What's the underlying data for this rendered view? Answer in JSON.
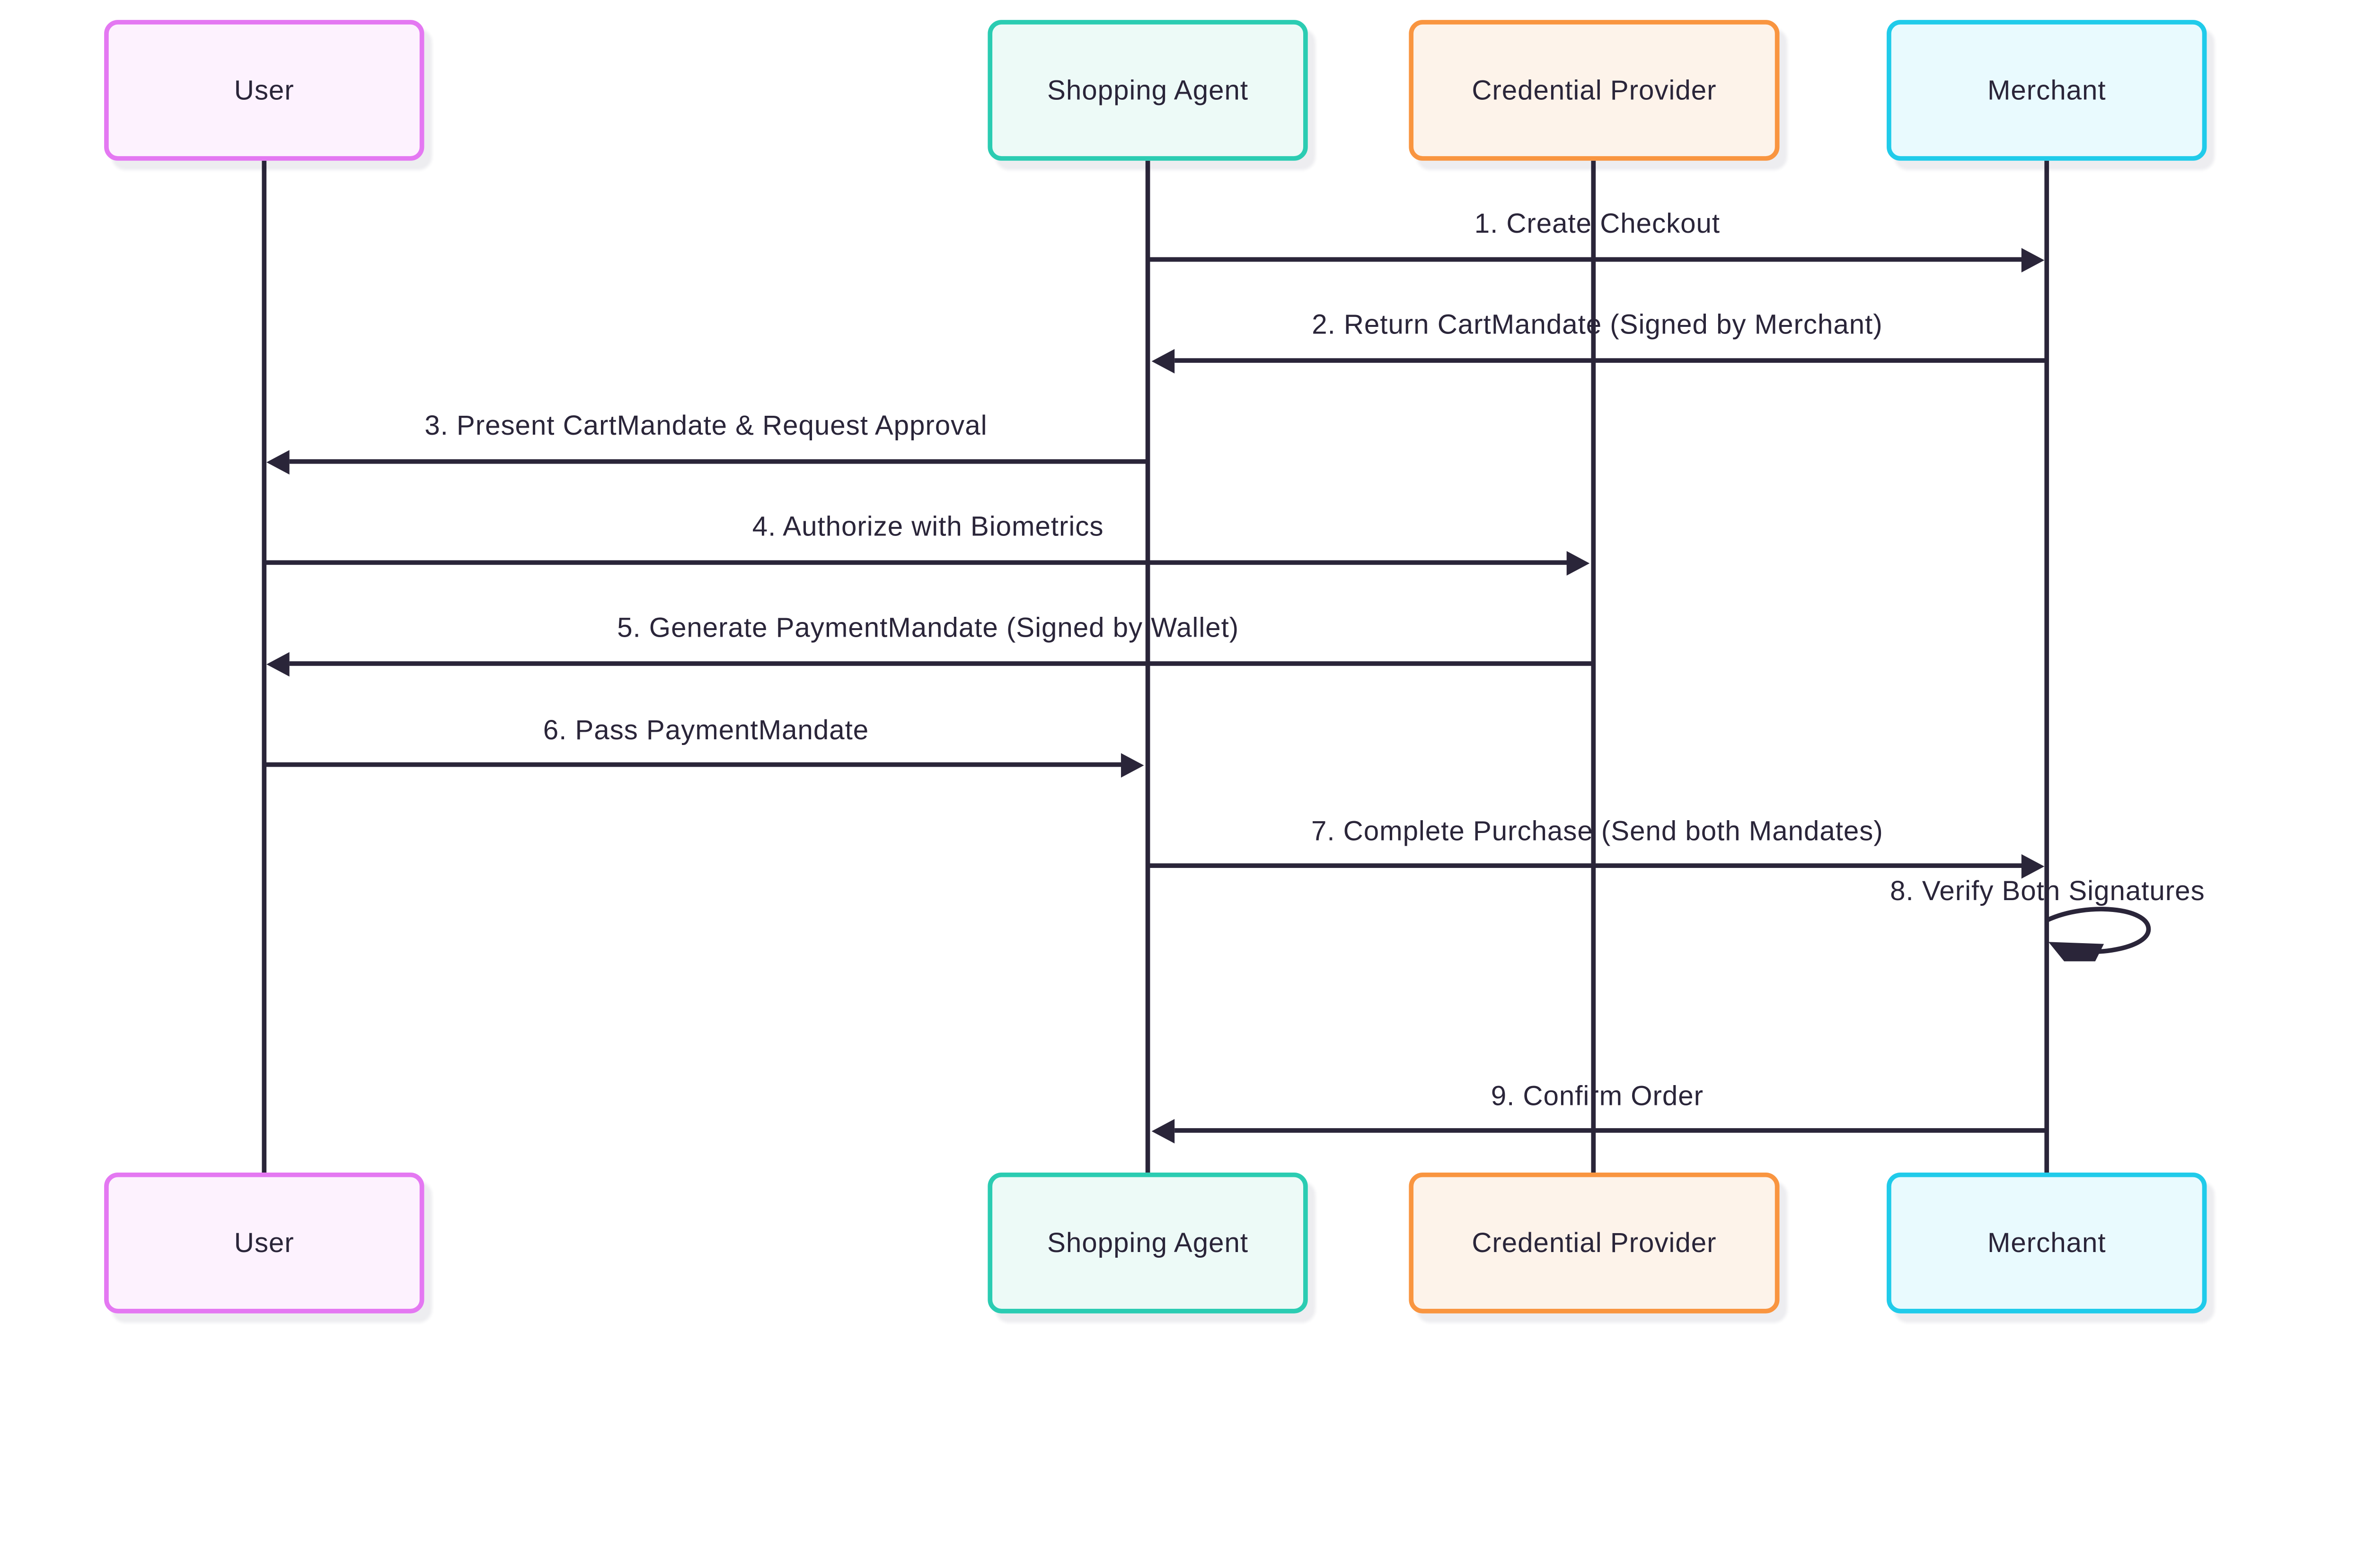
{
  "diagram": {
    "type": "sequence-diagram",
    "background_color": "#ffffff",
    "line_color": "#2a2539",
    "text_color": "#2a2539",
    "actors": [
      {
        "id": "user",
        "label": "User",
        "border_color": "#e478f2",
        "fill_color": "#fdf2fe"
      },
      {
        "id": "shopping-agent",
        "label": "Shopping Agent",
        "border_color": "#2bccb2",
        "fill_color": "#edfaf7"
      },
      {
        "id": "credential-provider",
        "label": "Credential Provider",
        "border_color": "#f99540",
        "fill_color": "#fdf3ea"
      },
      {
        "id": "merchant",
        "label": "Merchant",
        "border_color": "#20cbea",
        "fill_color": "#e9fafe"
      }
    ],
    "messages": [
      {
        "step": "1",
        "text": "1. Create Checkout",
        "from": "Shopping Agent",
        "to": "Merchant",
        "arrow": "solid-right"
      },
      {
        "step": "2",
        "text": "2. Return CartMandate (Signed by Merchant)",
        "from": "Merchant",
        "to": "Shopping Agent",
        "arrow": "solid-left"
      },
      {
        "step": "3",
        "text": "3. Present CartMandate & Request Approval",
        "from": "Shopping Agent",
        "to": "User",
        "arrow": "solid-left"
      },
      {
        "step": "4",
        "text": "4. Authorize with Biometrics",
        "from": "User",
        "to": "Credential Provider",
        "arrow": "solid-right"
      },
      {
        "step": "5",
        "text": "5. Generate PaymentMandate (Signed by Wallet)",
        "from": "Credential Provider",
        "to": "User",
        "arrow": "solid-left"
      },
      {
        "step": "6",
        "text": "6. Pass PaymentMandate",
        "from": "User",
        "to": "Shopping Agent",
        "arrow": "solid-right"
      },
      {
        "step": "7",
        "text": "7. Complete Purchase (Send both Mandates)",
        "from": "Shopping Agent",
        "to": "Merchant",
        "arrow": "solid-right"
      },
      {
        "step": "8",
        "text": "8. Verify Both Signatures",
        "from": "Merchant",
        "to": "Merchant",
        "arrow": "self-loop"
      },
      {
        "step": "9",
        "text": "9. Confirm Order",
        "from": "Merchant",
        "to": "Shopping Agent",
        "arrow": "solid-left"
      }
    ]
  }
}
